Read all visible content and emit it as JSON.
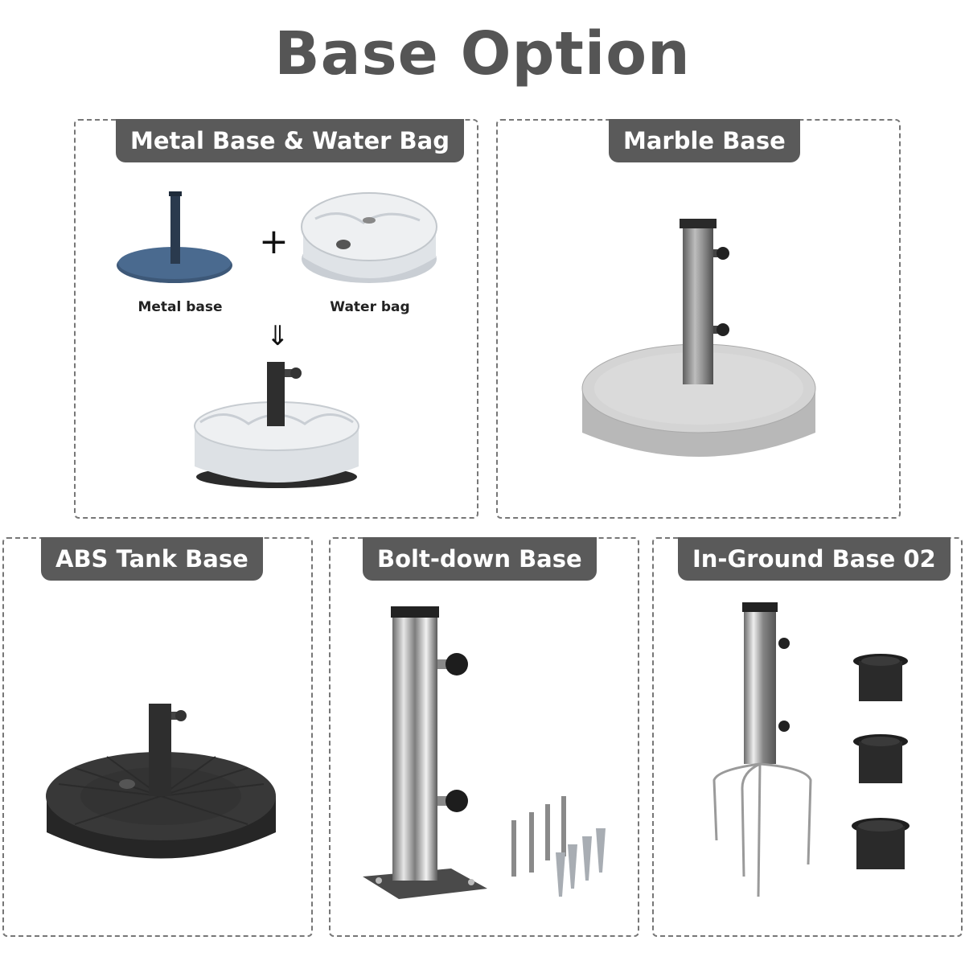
{
  "title": "Base Option",
  "panels": {
    "metal_water": {
      "label": "Metal Base & Water Bag",
      "metal_caption": "Metal base",
      "water_caption": "Water bag",
      "plus_symbol": "+",
      "arrow_symbol": "⇓"
    },
    "marble": {
      "label": "Marble Base"
    },
    "abs_tank": {
      "label": "ABS Tank Base"
    },
    "bolt_down": {
      "label": "Bolt-down Base"
    },
    "in_ground": {
      "label": "In-Ground Base 02"
    }
  },
  "colors": {
    "tab_bg": "#5a5a5a",
    "title_text": "#555555",
    "dashed_border": "#777777"
  }
}
